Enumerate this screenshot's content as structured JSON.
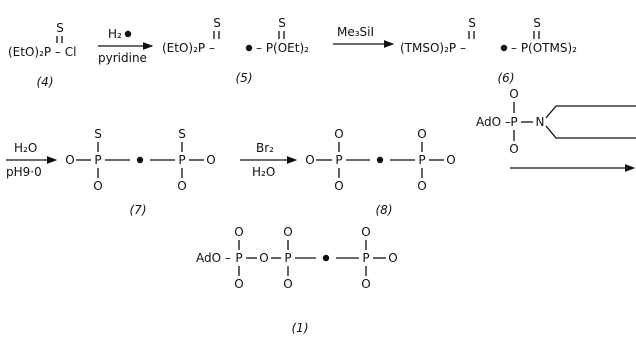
{
  "atoms": {
    "S": "S",
    "O": "O",
    "P": "P",
    "N": "N"
  },
  "compounds": {
    "c4": {
      "text": "(EtO)₂P – Cl",
      "label": "(4)"
    },
    "c5": {
      "left": "(EtO)₂P –",
      "right": "– P(OEt)₂",
      "label": "(5)"
    },
    "c6": {
      "left": "(TMSO)₂P –",
      "right": "– P(OTMS)₂",
      "label": "(6)"
    },
    "c7": {
      "label": "(7)"
    },
    "c8": {
      "label": "(8)"
    },
    "c1": {
      "prefix": "AdO –",
      "label": "(1)"
    },
    "reagent_ado": {
      "prefix": "AdO –"
    }
  },
  "reagents": {
    "r1_top": "H₂",
    "r1_bottom": "pyridine",
    "r2_top": "Me₃SiI",
    "r3_top": "H₂O",
    "r3_bottom": "pH9·0",
    "r4_top": "Br₂",
    "r4_bottom": "H₂O"
  }
}
